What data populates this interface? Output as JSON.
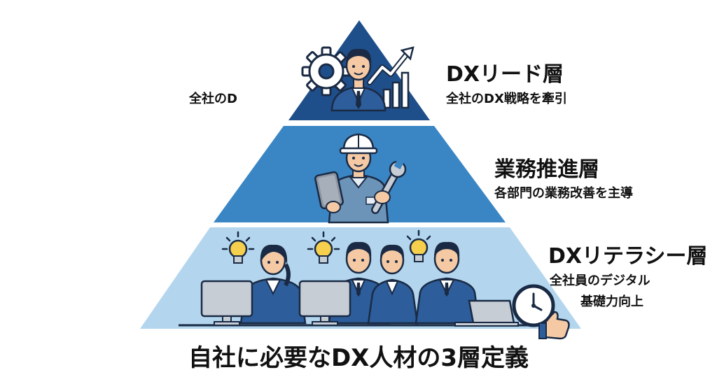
{
  "layers": [
    {
      "title": "DXリード層",
      "description": "全社のDX戦略を牽引"
    },
    {
      "title": "業務推進層",
      "description": "各部門の業務改善を主導"
    },
    {
      "title": "DXリテラシー層",
      "description_line1": "全社員のデジタル",
      "description_line2": "基礎力向上"
    }
  ],
  "side_note": "全社のD",
  "main_title": "自社に必要なDX人材の3層定義",
  "colors": {
    "top": "#1f4f8a",
    "middle": "#3a86c4",
    "bottom": "#b3d6ee",
    "suit": "#2d5d9a",
    "worker": "#6b94b8"
  },
  "icons": [
    "gear-icon",
    "growth-arrow-icon",
    "bar-chart-icon",
    "hard-hat-icon",
    "tablet-icon",
    "wrench-icon",
    "lightbulb-icon",
    "monitor-icon",
    "laptop-icon",
    "clock-icon",
    "thumbs-up-icon"
  ]
}
